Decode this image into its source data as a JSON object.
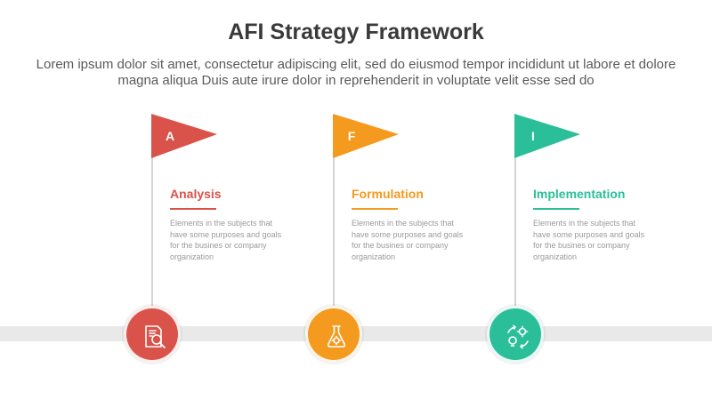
{
  "header": {
    "title": "AFI Strategy Framework",
    "subtitle": "Lorem ipsum dolor sit amet, consectetur adipiscing elit, sed do eiusmod tempor incididunt ut labore et dolore magna aliqua Duis aute irure dolor in reprehenderit in voluptate velit esse sed do"
  },
  "steps": [
    {
      "letter": "A",
      "title": "Analysis",
      "description": "Elements in the subjects that have some purposes and goals for the  busines or company organization",
      "color": "#d9534a",
      "icon": "document-magnifier-icon"
    },
    {
      "letter": "F",
      "title": "Formulation",
      "description": "Elements in the subjects that have some purposes and goals for the  busines or company organization",
      "color": "#f39a1f",
      "icon": "flask-gear-icon"
    },
    {
      "letter": "I",
      "title": "Implementation",
      "description": "Elements in the subjects that have some purposes and goals for the  busines or company organization",
      "color": "#2bbf99",
      "icon": "gear-bulb-cycle-icon"
    }
  ]
}
